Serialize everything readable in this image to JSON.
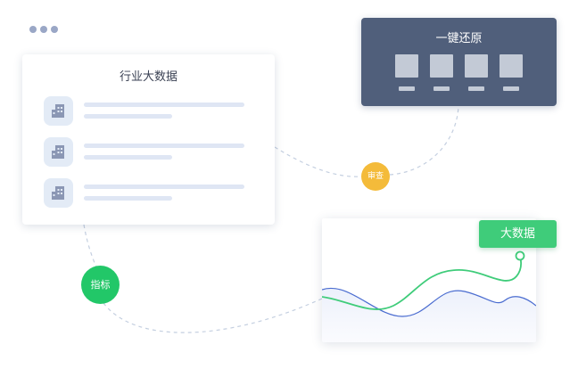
{
  "left_card": {
    "title": "行业大数据",
    "items": [
      {
        "icon": "building-icon"
      },
      {
        "icon": "building-icon"
      },
      {
        "icon": "building-icon"
      }
    ]
  },
  "restore_card": {
    "title": "一键还原",
    "slots": 4
  },
  "badges": {
    "review": "审查",
    "index": "指标"
  },
  "chart_tag": "大数据",
  "colors": {
    "dots": "#9aa7c6",
    "restore_bg": "#505f7b",
    "review": "#f4bb3a",
    "index": "#22c768",
    "tag": "#3fcc7a",
    "line_green": "#3fcc7a",
    "line_blue": "#4a6cd0",
    "connector": "#c4cfe0"
  }
}
